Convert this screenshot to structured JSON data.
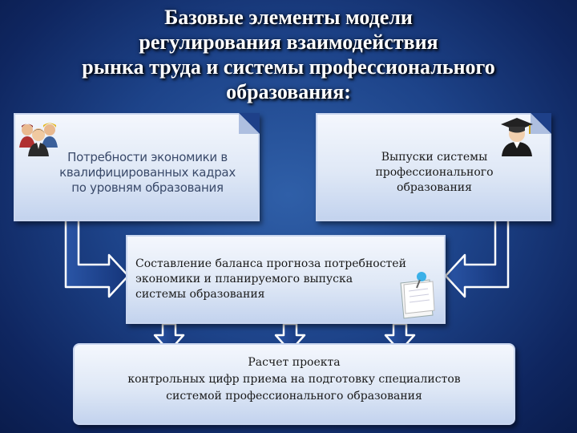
{
  "title": {
    "line1": "Базовые элементы модели",
    "line2": "регулирования взаимодействия",
    "line3": "рынка труда и системы профессионального",
    "line4": "образования:"
  },
  "boxes": {
    "demand": {
      "line1": "Потребности экономики в",
      "line2": "квалифицированных кадрах",
      "line3": "по уровням образования"
    },
    "graduates": {
      "line1": "Выпуски системы",
      "line2": "профессионального",
      "line3": "образования"
    },
    "balance": {
      "line1": "Составление баланса прогноза потребностей",
      "line2": "экономики и планируемого выпуска",
      "line3": "системы образования"
    },
    "quota": {
      "line1": "Расчет проекта",
      "line2": "контрольных цифр приема на подготовку специалистов",
      "line3": "системой профессионального образования"
    }
  },
  "icons": {
    "people": "people-group-icon",
    "graduate": "graduate-icon",
    "note": "pinned-note-icon",
    "arrow_color": "#ffffff",
    "arrow_fill": "#1e3f86"
  }
}
